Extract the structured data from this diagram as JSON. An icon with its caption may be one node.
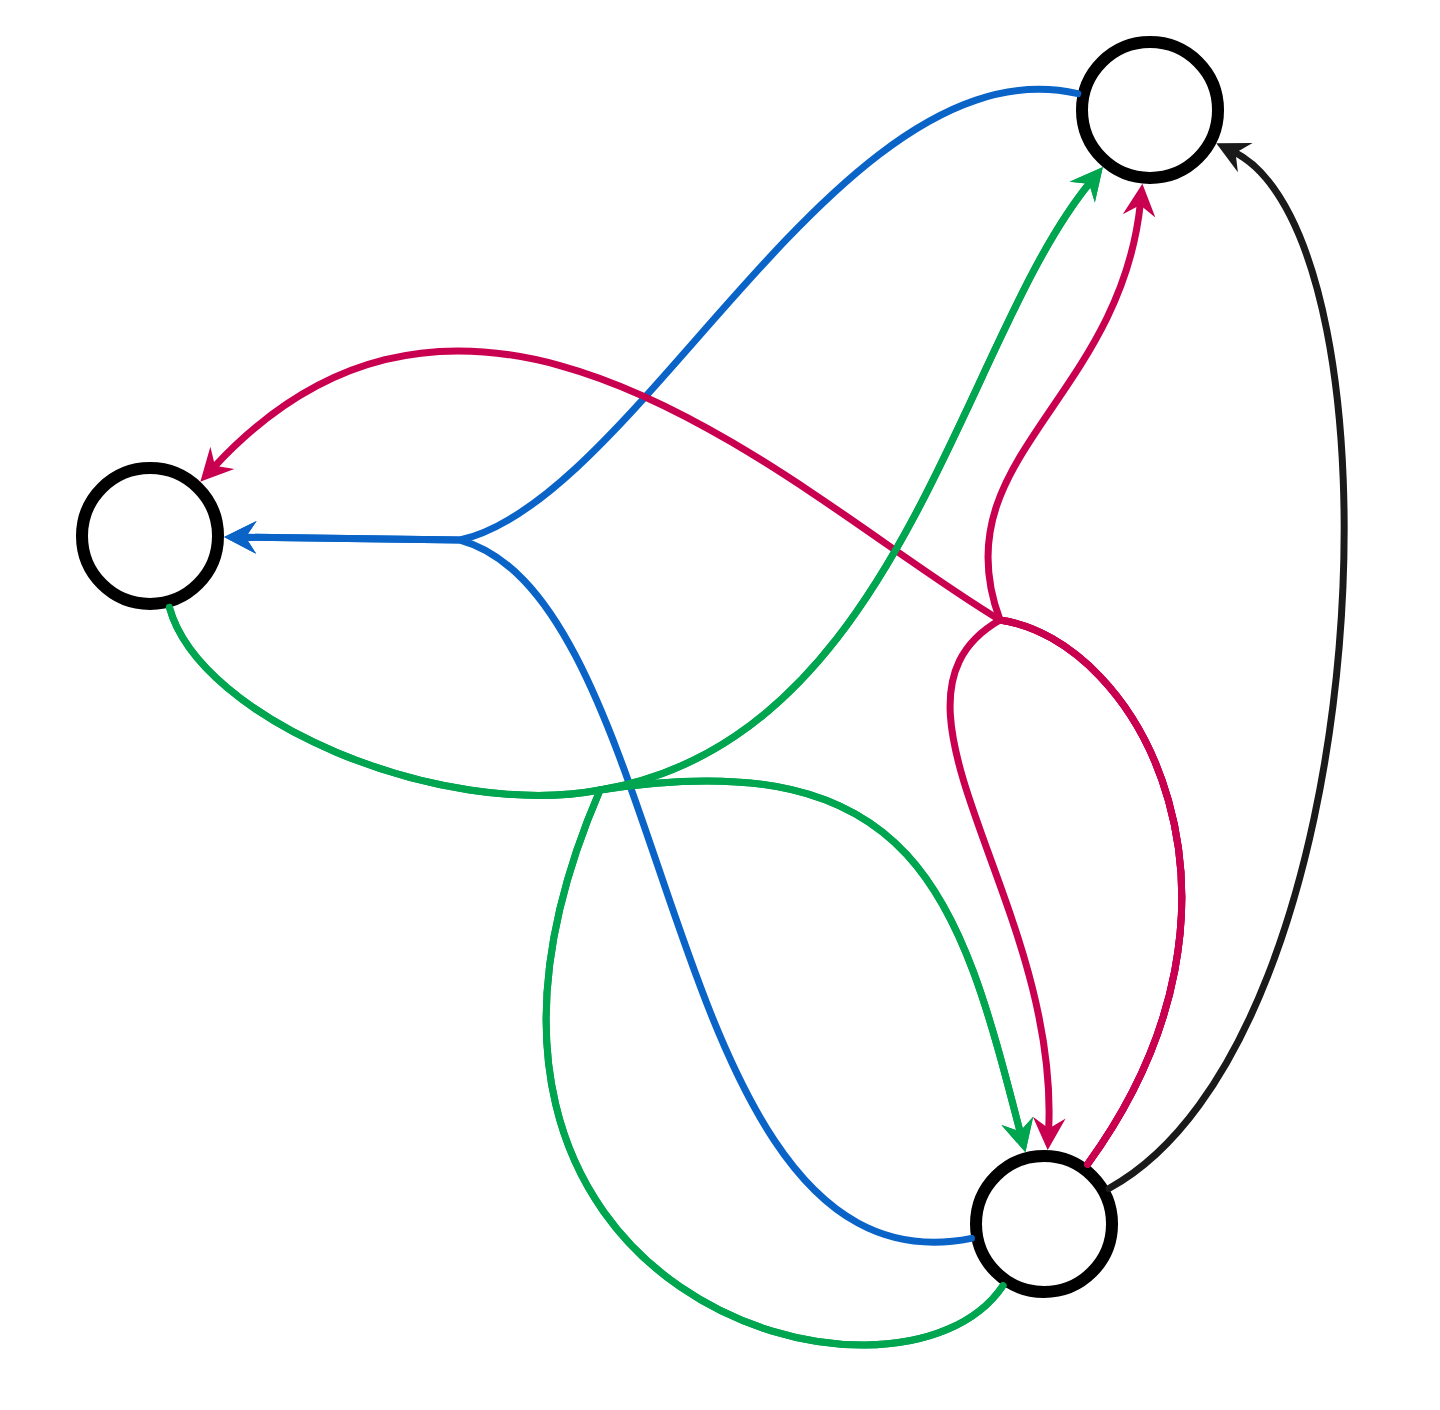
{
  "diagram": {
    "nodes": [
      {
        "text": [],
        "shape": "circle"
      },
      {
        "text": [],
        "shape": "circle"
      },
      {
        "text": [],
        "shape": "circle"
      }
    ],
    "edges": [
      {
        "from": 2,
        "to": 0,
        "arrow": "to",
        "color": "#1a1a1a"
      },
      {
        "from": 0,
        "to": 1,
        "arrow": "to",
        "color": "#0a64c8"
      },
      {
        "from": 2,
        "to": 1,
        "arrow": "to",
        "color": "#0a64c8"
      },
      {
        "from": 2,
        "to": 1,
        "arrow": "to",
        "color": "#c8004f"
      },
      {
        "from": 2,
        "to": 0,
        "arrow": "to",
        "color": "#c8004f"
      },
      {
        "from": 2,
        "to": 2,
        "arrow": "to",
        "color": "#c8004f"
      },
      {
        "from": 1,
        "to": 0,
        "arrow": "to",
        "color": "#00a550"
      },
      {
        "from": 1,
        "to": 2,
        "arrow": "to",
        "color": "#00a550"
      },
      {
        "from": 2,
        "to": 0,
        "arrow": "to",
        "color": "#00a550"
      },
      {
        "from": 2,
        "to": 2,
        "arrow": "to",
        "color": "#00a550"
      }
    ]
  }
}
